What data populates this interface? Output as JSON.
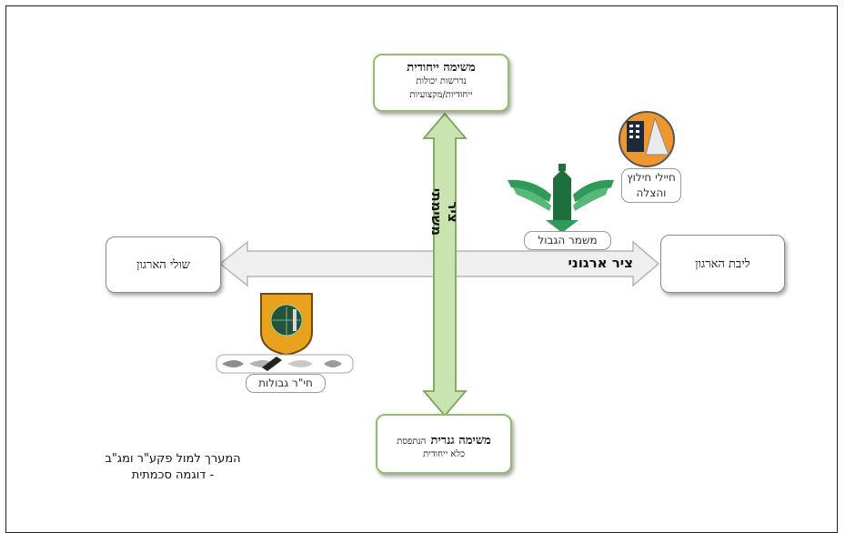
{
  "top_box": {
    "title": "משימה ייחודית",
    "line1": "נדרשות יכולות",
    "line2": "ייחודיות/מקצועיות"
  },
  "bottom_box": {
    "title": "משימה גנרית",
    "sub_inline": "הנתפסת",
    "line2": "כלא ייחודית"
  },
  "right_box": {
    "title": "ליבת הארגון"
  },
  "left_box": {
    "title": "שולי הארגון"
  },
  "vertical_axis_label": "ציר משימתי",
  "horizontal_axis_label": "ציר ארגוני",
  "units": {
    "rescue": {
      "line1": "חיילי חילוץ",
      "line2": "והצלה"
    },
    "border_police": {
      "label": "משמר הגבול"
    },
    "border_corps": {
      "label": "חי\"ר גבולות"
    }
  },
  "caption": {
    "line1": "המערך למול פקע\"ר ומג\"ב",
    "line2": "- דוגמה סכמתית"
  },
  "colors": {
    "vertical_arrow": "#c9e4b1",
    "vertical_arrow_stroke": "#7aa65a",
    "horizontal_arrow": "#efefef",
    "horizontal_arrow_stroke": "#b5b5b5",
    "rescue_emblem": "#f0962e",
    "border_police_emblem": "#2f9a5a",
    "border_corps_emblem": "#e8a21e"
  }
}
